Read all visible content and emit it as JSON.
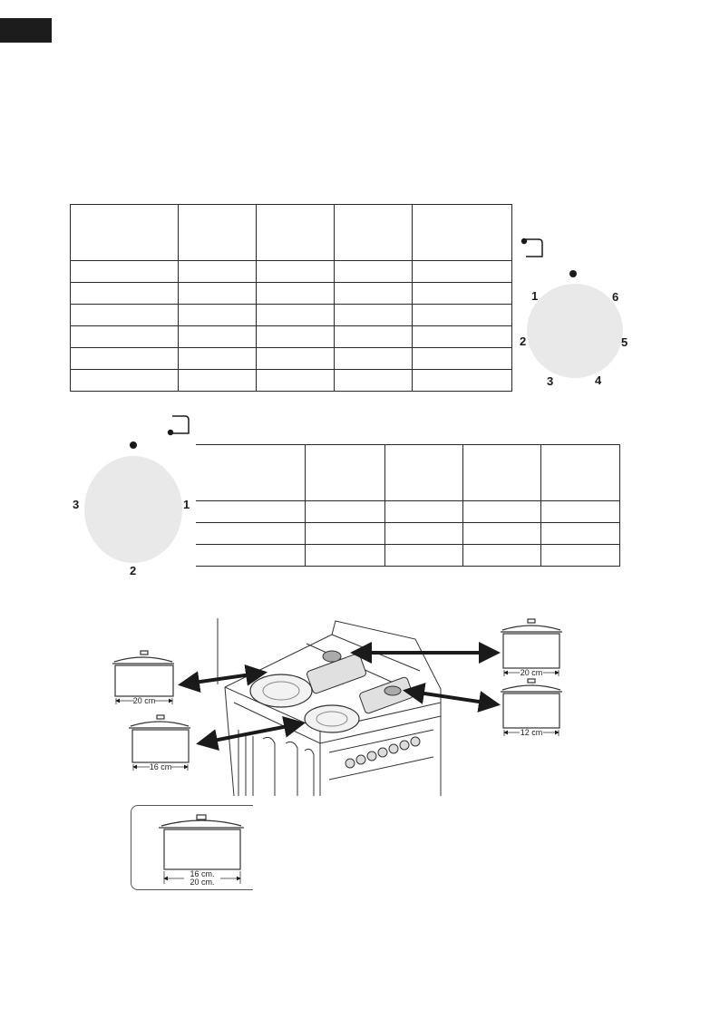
{
  "header": {
    "language_tab": ""
  },
  "dial_six": {
    "off_marker": "●",
    "positions": [
      "1",
      "6",
      "2",
      "5",
      "3",
      "4"
    ]
  },
  "dial_three": {
    "off_marker": "●",
    "positions": [
      "3",
      "1",
      "2"
    ]
  },
  "table_one": {
    "rows": 7,
    "cols": 5
  },
  "table_two": {
    "rows": 4,
    "cols": 5
  },
  "pot_sizes": {
    "left_top": "20 cm",
    "left_bottom": "16 cm",
    "right_top": "20 cm",
    "right_bottom": "12 cm",
    "zoom_small": "16 cm.",
    "zoom_large": "20 cm."
  },
  "colors": {
    "dial_fill": "#e9e9e9",
    "ink": "#1a1a1a",
    "tab": "#1c1c1c"
  }
}
